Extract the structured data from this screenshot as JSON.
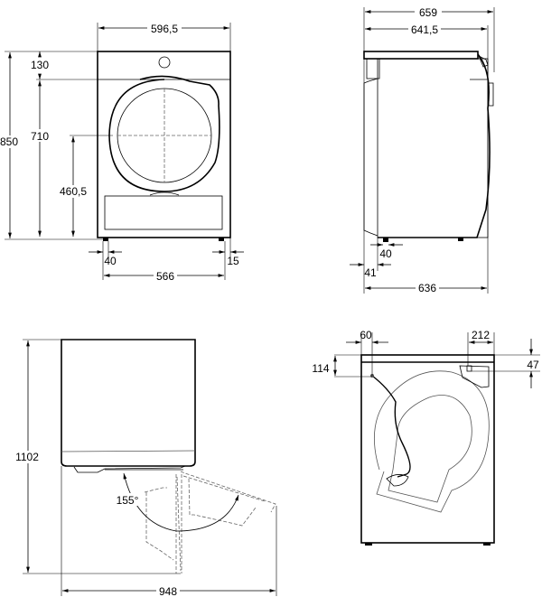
{
  "front_view": {
    "width": "596,5",
    "height": "850",
    "top_panel": "130",
    "door_height": "710",
    "door_center": "460,5",
    "foot_offset_left": "40",
    "foot_offset_right": "15",
    "foot_span": "566"
  },
  "side_view": {
    "depth_total": "659",
    "depth_body": "641,5",
    "foot_offset": "40",
    "rear_offset": "41",
    "depth_base": "636"
  },
  "door_open_view": {
    "height_open": "1102",
    "depth_open": "948",
    "door_angle": "155°"
  },
  "rear_view": {
    "hose_offset": "60",
    "hose_height": "114",
    "inlet_offset": "212",
    "inlet_height": "47"
  }
}
